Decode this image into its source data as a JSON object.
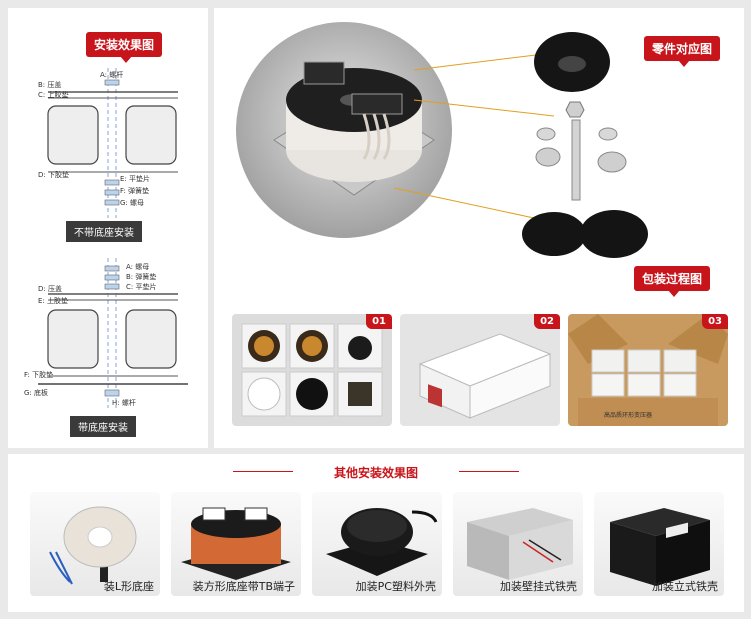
{
  "left": {
    "tag_title": "安装效果图",
    "diagram1": {
      "a": "A: 螺杆",
      "b": "B: 压盖",
      "c": "C: 上胶垫",
      "d": "D: 下胶垫",
      "e": "E: 平垫片",
      "f": "F: 弹簧垫",
      "g": "G: 螺母",
      "caption": "不带底座安装"
    },
    "diagram2": {
      "a": "A: 螺母",
      "b": "B: 弹簧垫",
      "c": "C: 平垫片",
      "d": "D: 压盖",
      "e": "E: 上胶垫",
      "f": "F: 下胶垫",
      "g": "G: 底板",
      "h": "H: 螺杆",
      "caption": "带底座安装"
    }
  },
  "right": {
    "parts_tag": "零件对应图",
    "pack_tag": "包装过程图",
    "photos": [
      {
        "num": "01"
      },
      {
        "num": "02"
      },
      {
        "num": "03"
      }
    ],
    "box_print": "高品质环形变压器"
  },
  "bottom": {
    "title": "其他安装效果图",
    "items": [
      {
        "label": "装L形底座"
      },
      {
        "label": "装方形底座带TB端子"
      },
      {
        "label": "加装PC塑料外壳"
      },
      {
        "label": "加装壁挂式铁壳"
      },
      {
        "label": "加装立式铁壳"
      }
    ]
  },
  "colors": {
    "accent": "#c8141b",
    "caption_bg": "#3a3a3a",
    "panel": "#ffffff",
    "background": "#e9e9e9"
  }
}
